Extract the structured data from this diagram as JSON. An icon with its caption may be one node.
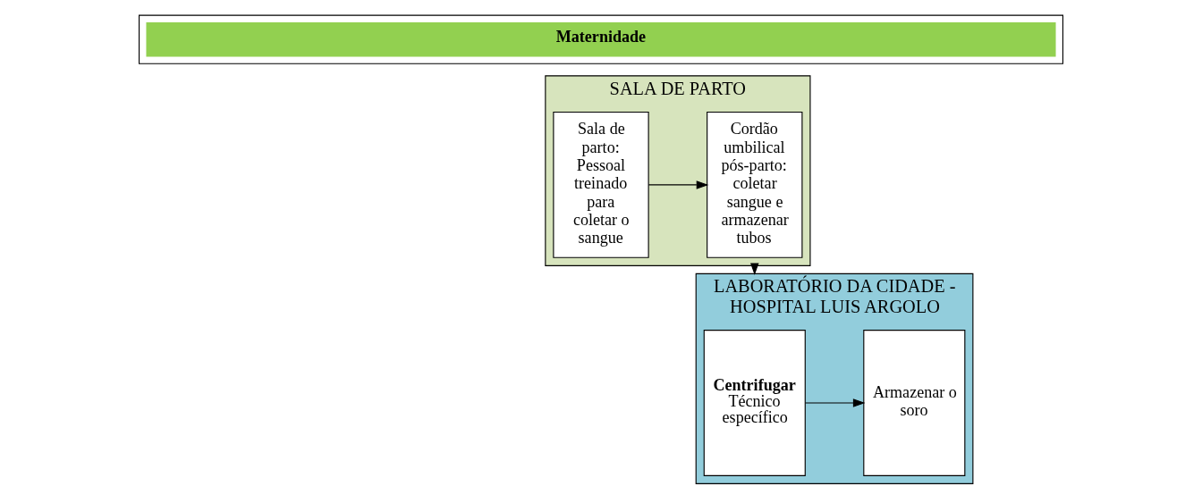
{
  "diagram": {
    "nodes": [
      {
        "text": [
          "Maternidade"
        ]
      },
      {
        "text": [
          "SALA DE PARTO"
        ]
      },
      {
        "text": [
          "Sala de parto: Pessoal treinado para coletar o sangue"
        ],
        "in": 1
      },
      {
        "text": [
          "Cordão umbilical pós-parto: coletar sangue e armazenar tubos"
        ],
        "in": 1
      },
      {
        "text": [
          "LABORATÓRIO DA CIDADE - HOSPITAL LUIS ARGOLO"
        ]
      },
      {
        "text": [
          "Centrifugar",
          "Técnico específico"
        ],
        "in": 4
      },
      {
        "text": [
          "Armazenar o soro"
        ],
        "in": 4
      }
    ],
    "edges": [
      {
        "from": 2,
        "to": 3,
        "arrow": "to"
      },
      {
        "from": 1,
        "to": 4,
        "arrow": "to"
      },
      {
        "from": 5,
        "to": 6,
        "arrow": "to"
      }
    ]
  }
}
